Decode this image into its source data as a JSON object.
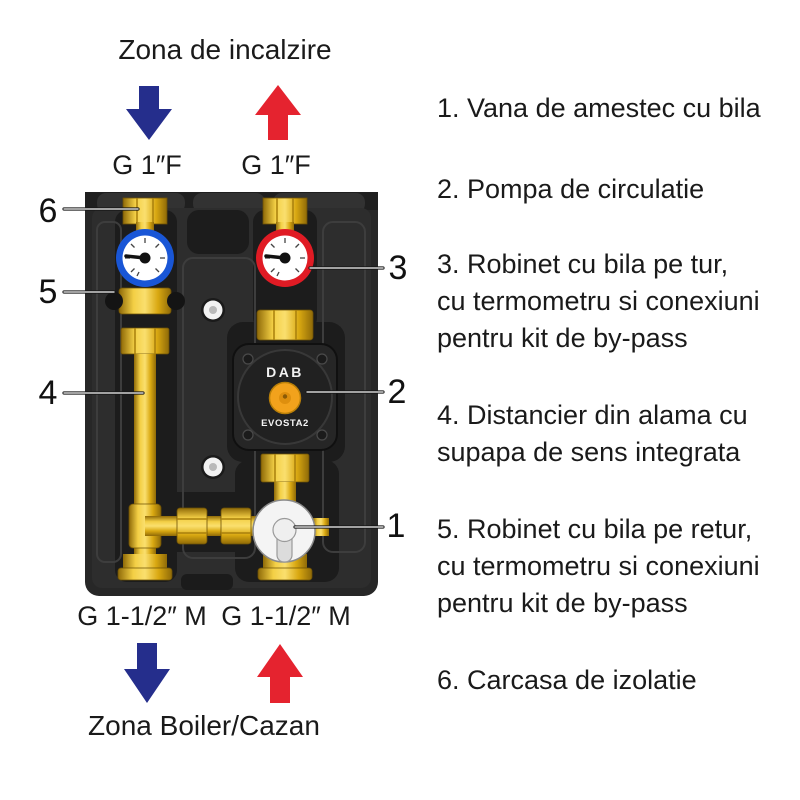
{
  "top": {
    "title": "Zona de incalzire",
    "left_port": "G 1″F",
    "right_port": "G 1″F"
  },
  "bottom": {
    "left_port": "G 1-1/2″ M",
    "right_port": "G 1-1/2″ M",
    "title": "Zona Boiler/Cazan"
  },
  "device": {
    "pump_brand": "DAB",
    "pump_model": "EVOSTA2"
  },
  "callouts": {
    "left": [
      {
        "label": "6"
      },
      {
        "label": "5"
      },
      {
        "label": "4"
      }
    ],
    "right": [
      {
        "label": "3"
      },
      {
        "label": "2"
      },
      {
        "label": "1"
      }
    ]
  },
  "legend": {
    "items": [
      {
        "text": "1. Vana de amestec cu bila"
      },
      {
        "text": "2. Pompa de circulatie"
      },
      {
        "text": "3. Robinet cu bila pe tur,\ncu termometru si conexiuni\npentru kit de by-pass"
      },
      {
        "text": "4. Distancier din alama cu\nsupapa de sens integrata"
      },
      {
        "text": "5. Robinet cu bila pe retur,\ncu termometru si conexiuni\npentru kit de by-pass"
      },
      {
        "text": "6. Carcasa de izolatie"
      }
    ]
  },
  "colors": {
    "arrow_blue": "#252e8c",
    "arrow_red": "#e5232f",
    "gauge_blue_ring": "#1956d6",
    "gauge_red_ring": "#e01b24",
    "casing": "#272727",
    "brass": "#eab622"
  }
}
